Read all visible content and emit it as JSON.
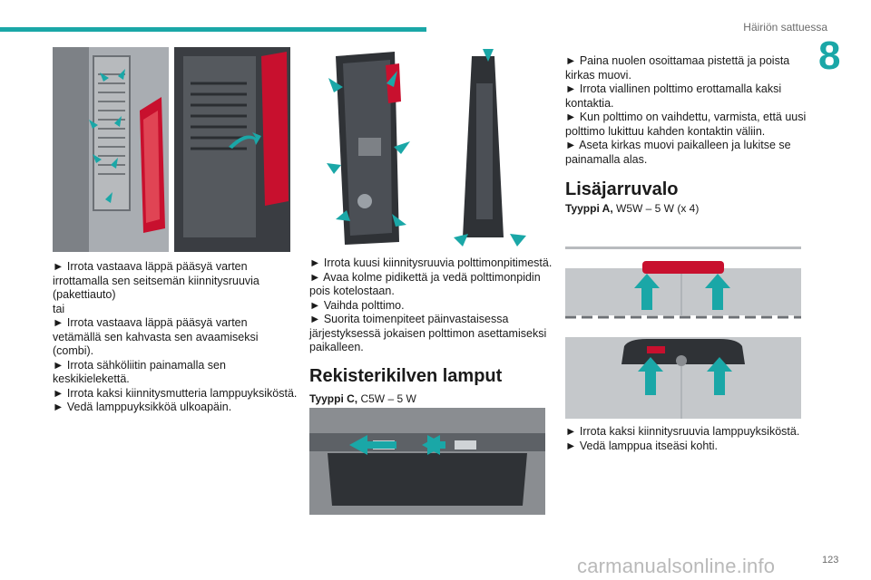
{
  "header": {
    "section_title": "Häiriön sattuessa",
    "chapter_number": "8"
  },
  "footer": {
    "page_number": "123",
    "watermark": "carmanualsonline.info"
  },
  "col1": {
    "lines": [
      "► Irrota vastaava läppä pääsyä varten",
      "irrottamalla sen seitsemän kiinnitysruuvia",
      "(pakettiauto)",
      "tai",
      "► Irrota vastaava läppä pääsyä varten",
      "vetämällä sen kahvasta sen avaamiseksi",
      "(combi).",
      "► Irrota sähköliitin painamalla sen",
      "keskikielekettä.",
      "► Irrota kaksi kiinnitysmutteria lamppuyksiköstä.",
      "► Vedä lamppuyksikköä ulkoapäin."
    ]
  },
  "col2": {
    "lines": [
      "► Irrota kuusi kiinnitysruuvia polttimonpitimestä.",
      "► Avaa kolme pidikettä ja vedä polttimonpidin",
      "pois kotelostaan.",
      "► Vaihda polttimo.",
      "► Suorita toimenpiteet päinvastaisessa",
      "järjestyksessä jokaisen polttimon asettamiseksi",
      "paikalleen."
    ],
    "heading": "Rekisterikilven lamput",
    "spec_type": "Tyyppi C,",
    "spec_value": " C5W – 5 W"
  },
  "col3": {
    "lines": [
      "► Paina nuolen osoittamaa pistettä ja poista",
      "kirkas muovi.",
      "► Irrota viallinen polttimo erottamalla kaksi",
      "kontaktia.",
      "► Kun polttimo on vaihdettu, varmista, että uusi",
      "polttimo lukittuu kahden kontaktin väliin.",
      "► Aseta kirkas muovi paikalleen ja lukitse se",
      "painamalla alas."
    ],
    "heading": "Lisäjarruvalo",
    "spec_type": "Tyyppi A,",
    "spec_value": " W5W – 5 W (x 4)",
    "bottom_lines": [
      "► Irrota kaksi kiinnitysruuvia lamppuyksiköstä.",
      "► Vedä lamppua itseäsi kohti."
    ]
  },
  "colors": {
    "accent": "#1aa7a7",
    "taillight_red": "#c8102e",
    "panel_grey": "#8a8d91",
    "dark_grey": "#2f3236"
  }
}
